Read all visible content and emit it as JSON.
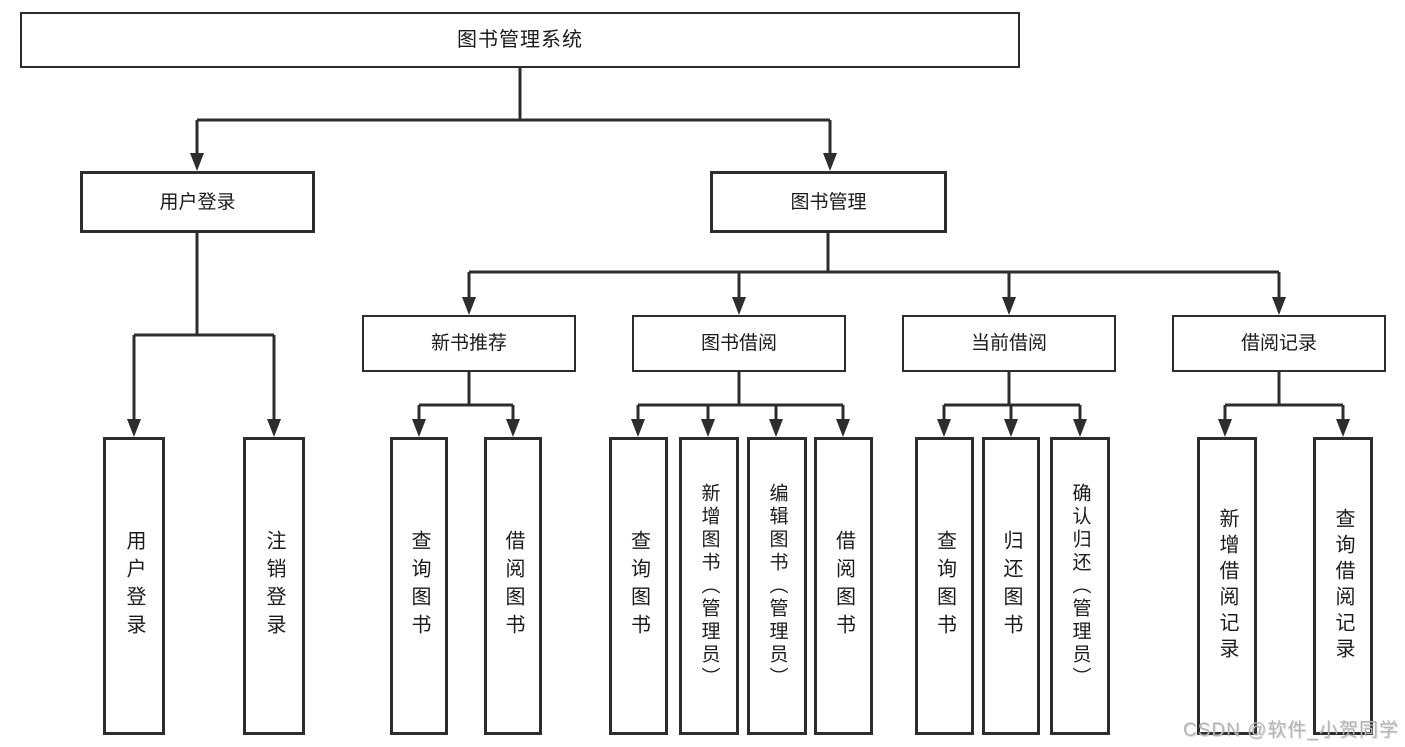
{
  "diagram": {
    "tree": {
      "label": "图书管理系统",
      "children": [
        {
          "label": "用户登录",
          "children": [
            {
              "label": "用户登录"
            },
            {
              "label": "注销登录"
            }
          ]
        },
        {
          "label": "图书管理",
          "children": [
            {
              "label": "新书推荐",
              "children": [
                {
                  "label": "查询图书"
                },
                {
                  "label": "借阅图书"
                }
              ]
            },
            {
              "label": "图书借阅",
              "children": [
                {
                  "label": "查询图书"
                },
                {
                  "label": "新增图书（管理员）"
                },
                {
                  "label": "编辑图书（管理员）"
                },
                {
                  "label": "借阅图书"
                }
              ]
            },
            {
              "label": "当前借阅",
              "children": [
                {
                  "label": "查询图书"
                },
                {
                  "label": "归还图书"
                },
                {
                  "label": "确认归还（管理员）"
                }
              ]
            },
            {
              "label": "借阅记录",
              "children": [
                {
                  "label": "新增借阅记录"
                },
                {
                  "label": "查询借阅记录"
                }
              ]
            }
          ]
        }
      ]
    },
    "colors": {
      "line": "#2d2d2d",
      "box_border": "#2d2d2d",
      "text": "#1b1b1b",
      "background": "#ffffff",
      "watermark": "#b5b5b5"
    }
  },
  "watermark": {
    "text": "CSDN @软件_小贺同学"
  }
}
